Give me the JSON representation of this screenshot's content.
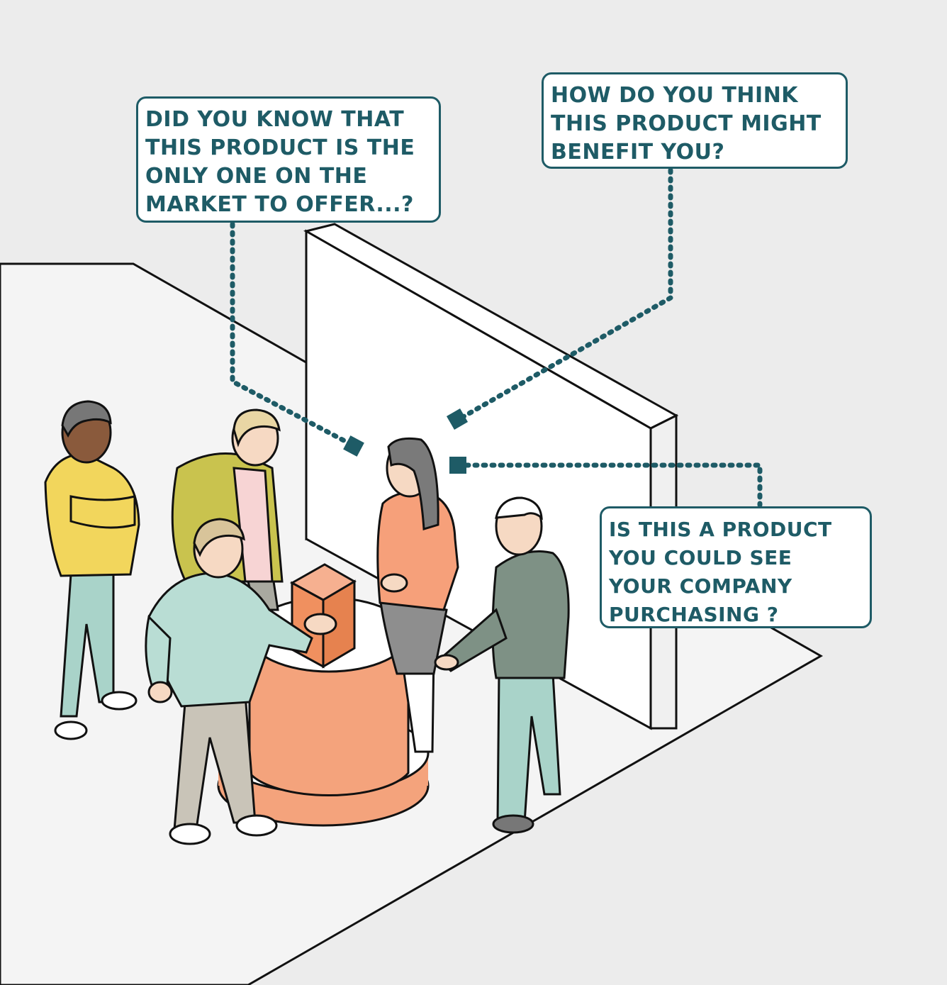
{
  "bubbles": [
    {
      "id": "question-market-offer",
      "lines": [
        "DID YOU KNOW THAT",
        "THIS PRODUCT IS THE",
        "ONLY ONE ON THE",
        "MARKET TO OFFER...?"
      ]
    },
    {
      "id": "question-benefit",
      "lines": [
        "HOW DO YOU THINK",
        "THIS PRODUCT MIGHT",
        "BENEFIT YOU?"
      ]
    },
    {
      "id": "question-company-purchase",
      "lines": [
        "IS THIS A PRODUCT",
        "YOU COULD SEE",
        "YOUR COMPANY",
        "PURCHASING ?"
      ]
    }
  ],
  "colors": {
    "accent": "#1e5b66",
    "floor": "#ececec",
    "floor_dark": "#d9d9d9",
    "wall": "#ffffff",
    "pedestal": "#f4a37c",
    "product_box": "#f0905f",
    "yellow_sweater": "#f2d65c",
    "olive_jacket": "#c9c34e",
    "mint_shirt": "#b9ddd4",
    "orange_top": "#f6a07a",
    "grey_sweater": "#7e9185",
    "jeans": "#a9d3c9",
    "skin": "#f6d9c3",
    "skin_dark": "#8a5a3c"
  }
}
